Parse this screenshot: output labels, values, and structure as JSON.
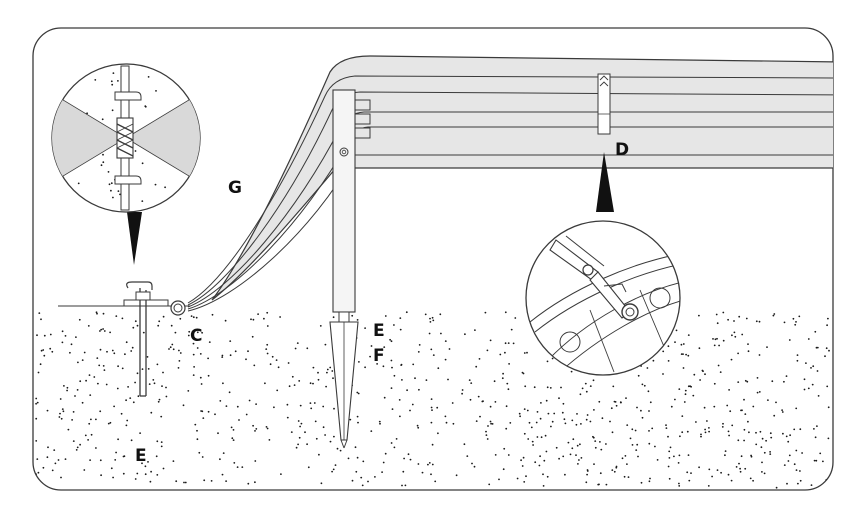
{
  "labels": {
    "c": "C",
    "d": "D",
    "e_ground": "E",
    "e_pole": "E",
    "f": "F",
    "g": "G"
  },
  "colors": {
    "outline": "#3a3a3a",
    "canopy_fill": "#e6e6e6",
    "lens_shade": "#d9d9d9",
    "ground_dot": "#1a1a1a",
    "background": "#ffffff"
  },
  "icons": {
    "peg_detail": "stake-clip-magnifier",
    "clamp_detail": "clamp-magnifier"
  }
}
